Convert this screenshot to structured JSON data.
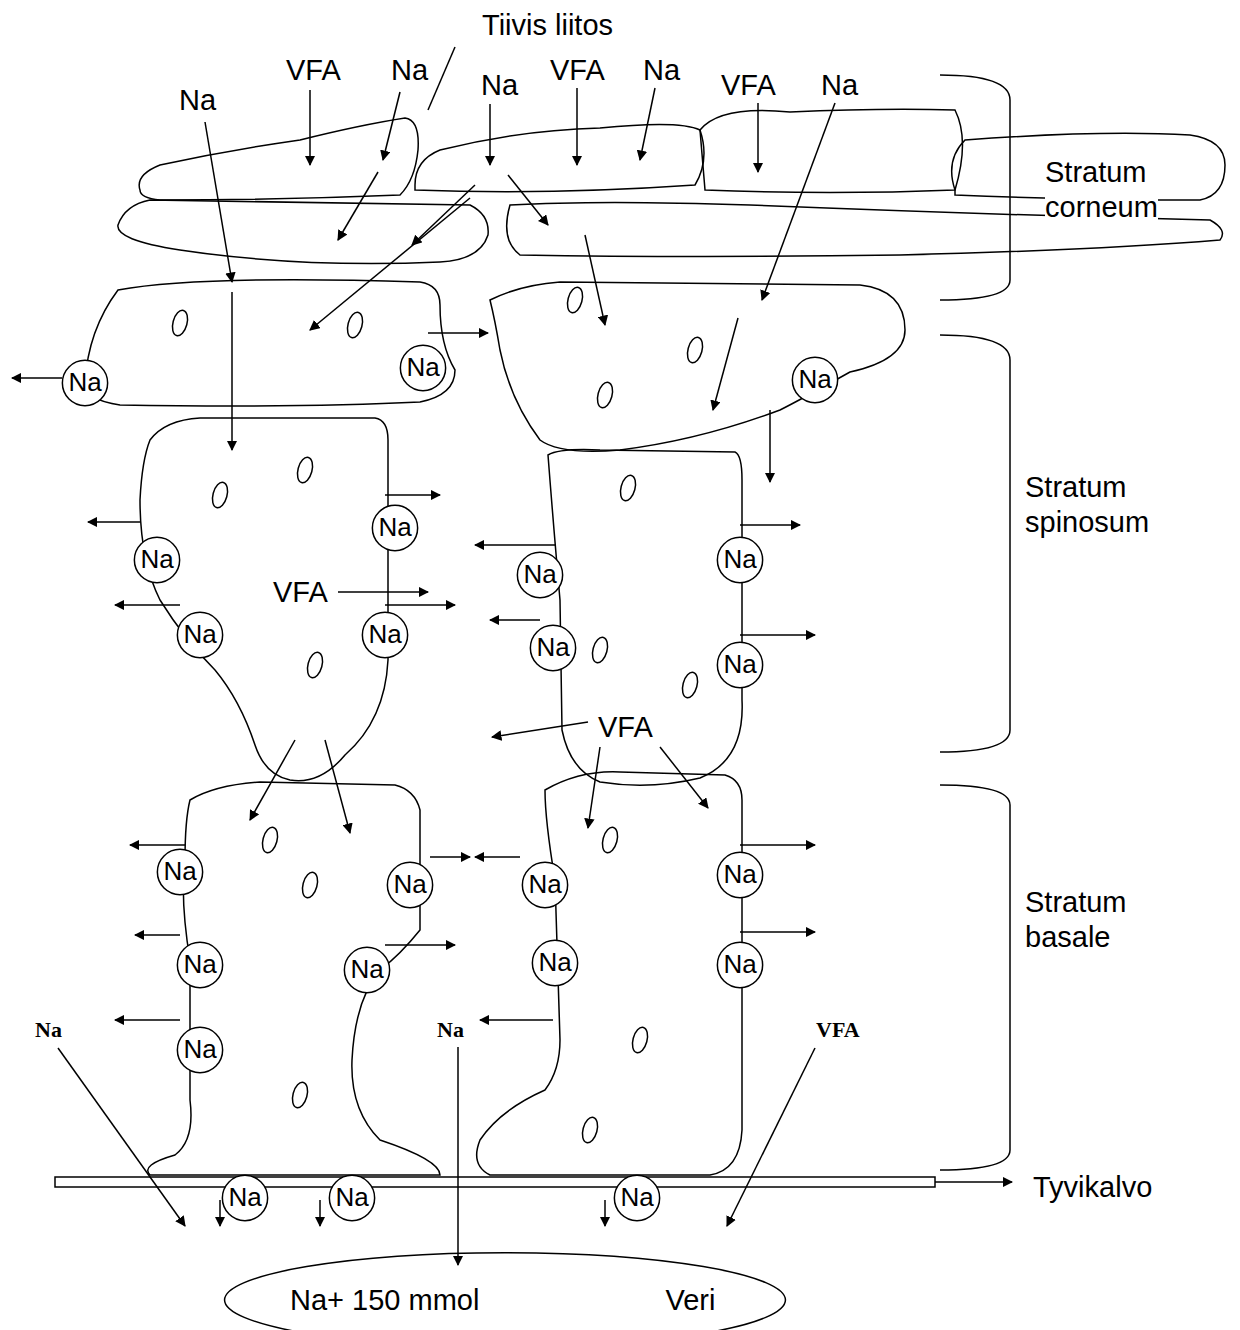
{
  "diagram": {
    "nodes": [
      {
        "text": [
          "Na"
        ]
      },
      {
        "text": [
          "Na"
        ]
      },
      {
        "text": [
          "Na"
        ]
      },
      {
        "text": [
          "Na"
        ]
      },
      {
        "text": [
          "Na"
        ]
      },
      {
        "text": [
          "Na"
        ]
      },
      {
        "text": [
          "Na"
        ]
      },
      {
        "text": [
          "Na"
        ]
      },
      {
        "text": [
          "Na"
        ]
      },
      {
        "text": [
          "Na"
        ]
      },
      {
        "text": [
          "Na"
        ]
      },
      {
        "text": [
          "Na"
        ]
      },
      {
        "text": [
          "Na"
        ]
      },
      {
        "text": [
          "Na"
        ]
      },
      {
        "text": [
          "Na"
        ]
      },
      {
        "text": [
          "Na"
        ]
      },
      {
        "text": [
          "Na"
        ]
      },
      {
        "text": [
          "Na"
        ]
      },
      {
        "text": [
          "Na"
        ]
      },
      {
        "text": [
          "Na"
        ]
      },
      {
        "text": [
          "Na"
        ]
      },
      {
        "text": [
          "Na"
        ]
      },
      {
        "text": [
          "Na"
        ]
      },
      {
        "text": [
          "Na+ 150 mmol",
          "Veri"
        ]
      }
    ],
    "labels": [
      "Tiivis liitos",
      "Na",
      "VFA",
      "Na",
      "Na",
      "VFA",
      "Na",
      "VFA",
      "Na",
      "Stratum corneum",
      "Stratum spinosum",
      "VFA",
      "VFA",
      "Stratum basale",
      "Na",
      "Na",
      "VFA",
      "Tyvikalvo"
    ]
  }
}
